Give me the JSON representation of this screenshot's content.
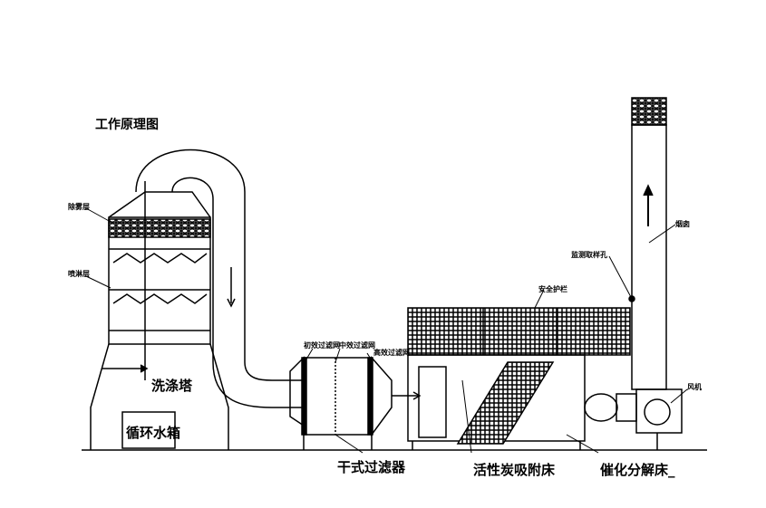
{
  "title": "工作原理图",
  "labels": {
    "scrubber": "洗涤塔",
    "water_tank": "循环水箱",
    "dry_filter": "干式过滤器",
    "carbon_bed": "活性炭吸附床",
    "catalytic_bed": "催化分解床_",
    "demister": "除雾层",
    "spray": "喷淋层",
    "primary_filter": "初效过滤网",
    "medium_filter": "中效过滤网",
    "high_filter": "高效过滤网",
    "guardrail": "安全护栏",
    "sampling_port": "监测取样孔",
    "chimney": "烟囱",
    "fan": "风机"
  }
}
